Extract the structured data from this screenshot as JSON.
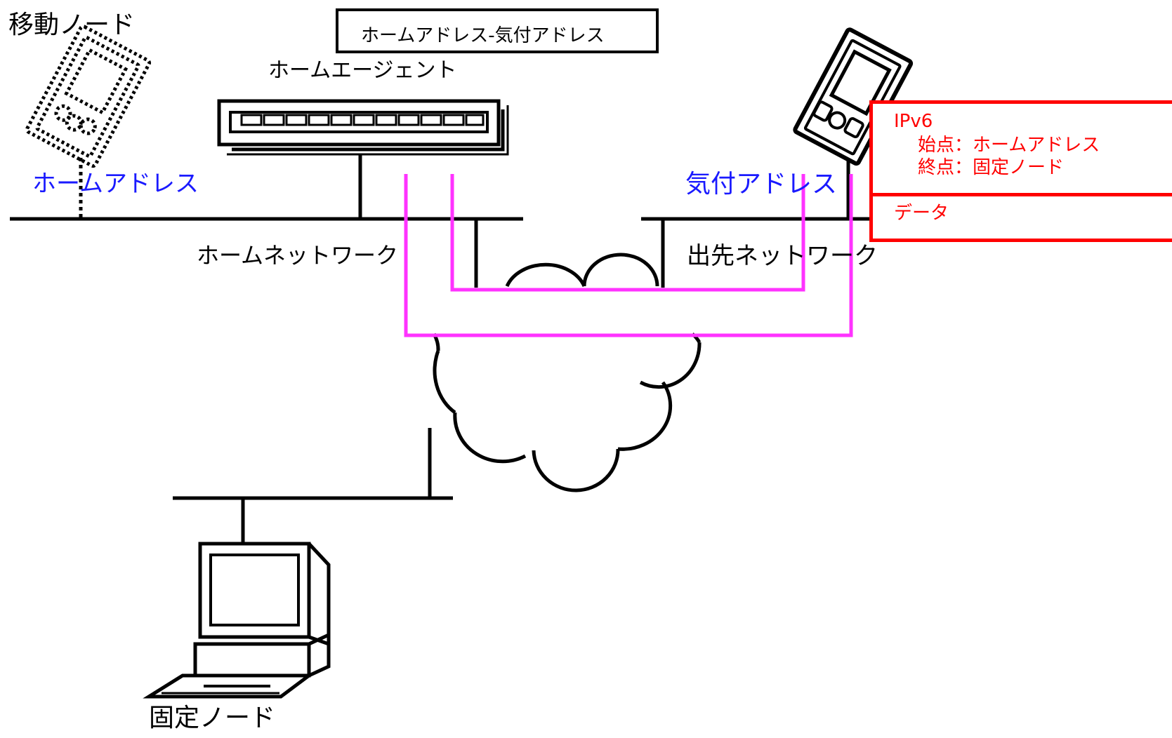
{
  "diagram": {
    "mobile_node_label": "移動ノード",
    "binding_label": "ホームアドレス-気付アドレス",
    "home_agent_label": "ホームエージェント",
    "home_address_label": "ホームアドレス",
    "home_network_label": "ホームネットワーク",
    "care_of_address_label": "気付アドレス",
    "foreign_network_label": "出先ネットワーク",
    "correspondent_node_label": "固定ノード",
    "packet": {
      "header_title": "IPv6",
      "source": "始点：ホームアドレス",
      "destination": "終点：固定ノード",
      "payload": "データ"
    },
    "colors": {
      "line": "#000000",
      "tunnel": "#ff33ff",
      "address_text": "#1a1aff",
      "packet": "#ff0000"
    }
  }
}
